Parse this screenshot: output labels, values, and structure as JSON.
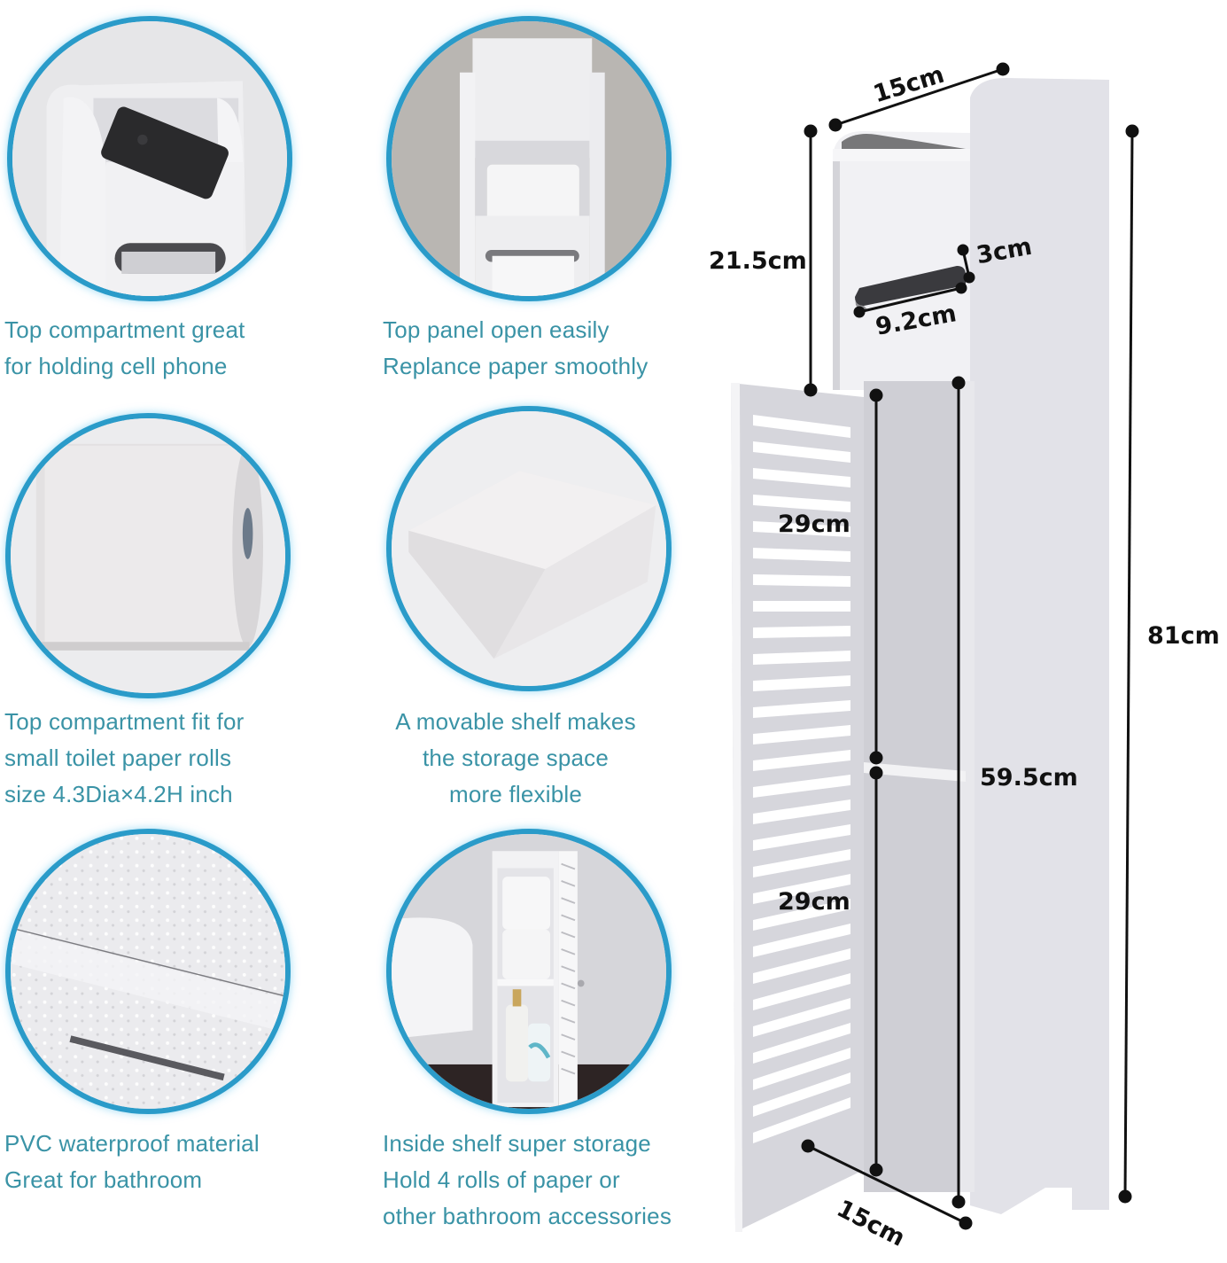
{
  "features": [
    {
      "id": "phone-compartment",
      "image": "cabinet top compartment holding a black cell phone",
      "caption_lines": [
        "Top compartment great",
        "for holding cell phone"
      ]
    },
    {
      "id": "top-panel",
      "image": "open top panel with toilet paper roll inside",
      "caption_lines": [
        "Top panel open easily",
        "Replance paper smoothly"
      ]
    },
    {
      "id": "paper-roll",
      "image": "close-up of small toilet paper roll",
      "caption_lines": [
        "Top compartment fit for",
        "small toilet paper rolls",
        "size 4.3Dia×4.2H inch"
      ]
    },
    {
      "id": "movable-shelf",
      "image": "white movable shelf board",
      "caption_lines": [
        "A movable shelf makes",
        "the storage space",
        "more flexible"
      ]
    },
    {
      "id": "waterproof",
      "image": "PVC panel covered with water droplets",
      "caption_lines": [
        "PVC waterproof material",
        "Great for bathroom"
      ]
    },
    {
      "id": "inside-storage",
      "image": "cabinet beside toilet holding paper rolls and bottles",
      "caption_lines": [
        "Inside shelf super storage",
        "Hold 4 rolls of paper or",
        "other bathroom accessories"
      ]
    }
  ],
  "dimensions": {
    "top_width": "15cm",
    "top_section_height": "21.5cm",
    "slot_height": "3cm",
    "slot_width": "9.2cm",
    "upper_shelf_height": "29cm",
    "lower_shelf_height": "29cm",
    "lower_section_height": "59.5cm",
    "total_height": "81cm",
    "depth": "15cm"
  },
  "colors": {
    "ring": "#2a9bc9",
    "caption": "#3a93a6",
    "dimension": "#111111",
    "cabinet_body": "#e4e4ea"
  }
}
